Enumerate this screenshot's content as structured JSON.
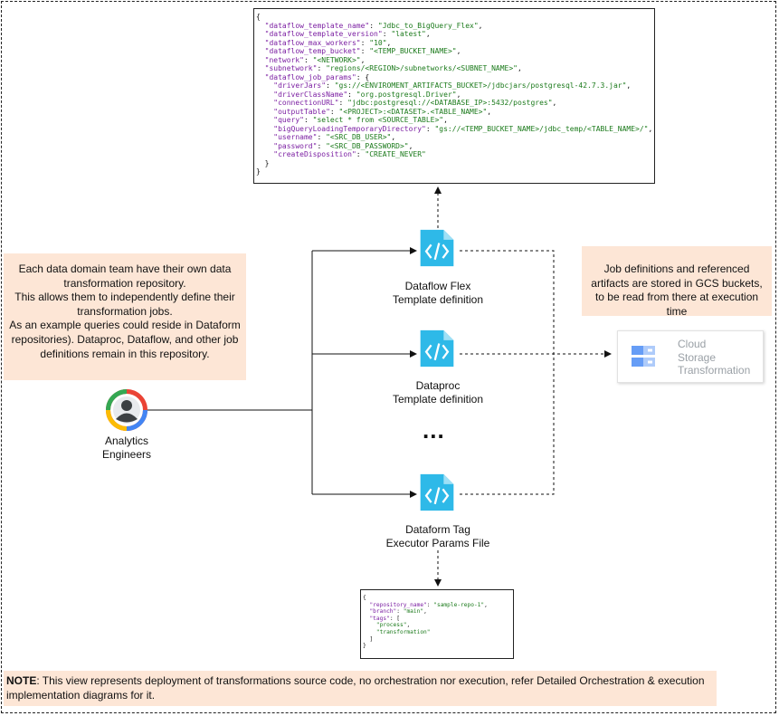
{
  "top_code": {
    "lines": [
      [
        [
          "p",
          "{"
        ]
      ],
      [
        [
          "p",
          "  "
        ],
        [
          "k",
          "\"dataflow_template_name\""
        ],
        [
          "p",
          ": "
        ],
        [
          "s",
          "\"Jdbc_to_BigQuery_Flex\""
        ],
        [
          "p",
          ","
        ]
      ],
      [
        [
          "p",
          "  "
        ],
        [
          "k",
          "\"dataflow_template_version\""
        ],
        [
          "p",
          ": "
        ],
        [
          "s",
          "\"latest\""
        ],
        [
          "p",
          ","
        ]
      ],
      [
        [
          "p",
          "  "
        ],
        [
          "k",
          "\"dataflow_max_workers\""
        ],
        [
          "p",
          ": "
        ],
        [
          "s",
          "\"10\""
        ],
        [
          "p",
          ","
        ]
      ],
      [
        [
          "p",
          "  "
        ],
        [
          "k",
          "\"dataflow_temp_bucket\""
        ],
        [
          "p",
          ": "
        ],
        [
          "s",
          "\"<TEMP_BUCKET_NAME>\""
        ],
        [
          "p",
          ","
        ]
      ],
      [
        [
          "p",
          "  "
        ],
        [
          "k",
          "\"network\""
        ],
        [
          "p",
          ": "
        ],
        [
          "s",
          "\"<NETWORK>\""
        ],
        [
          "p",
          ","
        ]
      ],
      [
        [
          "p",
          "  "
        ],
        [
          "k",
          "\"subnetwork\""
        ],
        [
          "p",
          ": "
        ],
        [
          "s",
          "\"regions/<REGION>/subnetworks/<SUBNET_NAME>\""
        ],
        [
          "p",
          ","
        ]
      ],
      [
        [
          "p",
          "  "
        ],
        [
          "k",
          "\"dataflow_job_params\""
        ],
        [
          "p",
          ": {"
        ]
      ],
      [
        [
          "p",
          "    "
        ],
        [
          "k",
          "\"driverJars\""
        ],
        [
          "p",
          ": "
        ],
        [
          "s",
          "\"gs://<ENVIROMENT_ARTIFACTS_BUCKET>/jdbcjars/postgresql-42.7.3.jar\""
        ],
        [
          "p",
          ","
        ]
      ],
      [
        [
          "p",
          "    "
        ],
        [
          "k",
          "\"driverClassName\""
        ],
        [
          "p",
          ": "
        ],
        [
          "s",
          "\"org.postgresql.Driver\""
        ],
        [
          "p",
          ","
        ]
      ],
      [
        [
          "p",
          "    "
        ],
        [
          "k",
          "\"connectionURL\""
        ],
        [
          "p",
          ": "
        ],
        [
          "s",
          "\"jdbc:postgresql://<DATABASE_IP>:5432/postgres\""
        ],
        [
          "p",
          ","
        ]
      ],
      [
        [
          "p",
          "    "
        ],
        [
          "k",
          "\"outputTable\""
        ],
        [
          "p",
          ": "
        ],
        [
          "s",
          "\"<PROJECT>:<DATASET>.<TABLE_NAME>\""
        ],
        [
          "p",
          ","
        ]
      ],
      [
        [
          "p",
          "    "
        ],
        [
          "k",
          "\"query\""
        ],
        [
          "p",
          ": "
        ],
        [
          "s",
          "\"select * from <SOURCE_TABLE>\""
        ],
        [
          "p",
          ","
        ]
      ],
      [
        [
          "p",
          "    "
        ],
        [
          "k",
          "\"bigQueryLoadingTemporaryDirectory\""
        ],
        [
          "p",
          ": "
        ],
        [
          "s",
          "\"gs://<TEMP_BUCKET_NAME>/jdbc_temp/<TABLE_NAME>/\""
        ],
        [
          "p",
          ","
        ]
      ],
      [
        [
          "p",
          "    "
        ],
        [
          "k",
          "\"username\""
        ],
        [
          "p",
          ": "
        ],
        [
          "s",
          "\"<SRC_DB_USER>\""
        ],
        [
          "p",
          ","
        ]
      ],
      [
        [
          "p",
          "    "
        ],
        [
          "k",
          "\"password\""
        ],
        [
          "p",
          ": "
        ],
        [
          "s",
          "\"<SRC_DB_PASSWORD>\""
        ],
        [
          "p",
          ","
        ]
      ],
      [
        [
          "p",
          "    "
        ],
        [
          "k",
          "\"createDisposition\""
        ],
        [
          "p",
          ": "
        ],
        [
          "s",
          "\"CREATE_NEVER\""
        ]
      ],
      [
        [
          "p",
          "  }"
        ]
      ],
      [
        [
          "p",
          "}"
        ]
      ]
    ]
  },
  "bottom_code": {
    "lines": [
      [
        [
          "p",
          "{"
        ]
      ],
      [
        [
          "p",
          "  "
        ],
        [
          "k",
          "\"repository_name\""
        ],
        [
          "p",
          ": "
        ],
        [
          "s",
          "\"sample-repo-1\""
        ],
        [
          "p",
          ","
        ]
      ],
      [
        [
          "p",
          "  "
        ],
        [
          "k",
          "\"branch\""
        ],
        [
          "p",
          ": "
        ],
        [
          "s",
          "\"main\""
        ],
        [
          "p",
          ","
        ]
      ],
      [
        [
          "p",
          "  "
        ],
        [
          "k",
          "\"tags\""
        ],
        [
          "p",
          ": ["
        ]
      ],
      [
        [
          "p",
          "    "
        ],
        [
          "s",
          "\"process\""
        ],
        [
          "p",
          ","
        ]
      ],
      [
        [
          "p",
          "    "
        ],
        [
          "s",
          "\"transformation\""
        ]
      ],
      [
        [
          "p",
          "  ]"
        ]
      ],
      [
        [
          "p",
          "}"
        ]
      ]
    ]
  },
  "notes": {
    "left": [
      "Each data domain team have their own data transformation repository.",
      "This allows them to independently define their transformation jobs.",
      "As an example queries could reside in Dataform repositories). Dataproc, Dataflow, and other job definitions remain in this repository."
    ],
    "right": "Job definitions and referenced artifacts are stored in GCS buckets, to be read from there at execution time",
    "bottom_bold": "NOTE",
    "bottom_text": ": This view represents deployment of transformations source code, no orchestration nor execution, refer Detailed Orchestration & execution implementation diagrams for it."
  },
  "nodes": {
    "engineers": [
      "Analytics",
      "Engineers"
    ],
    "dataflow": [
      "Dataflow Flex",
      "Template definition"
    ],
    "dataproc": [
      "Dataproc",
      "Template definition"
    ],
    "ellipsis": "...",
    "dataform": [
      "Dataform Tag",
      "Executor Params File"
    ],
    "gcs": [
      "Cloud",
      "Storage",
      "Transformation"
    ]
  },
  "colors": {
    "note_bg": "#fde6d6",
    "icon_blue": "#2eb9e8",
    "json_key": "#7b1fa2",
    "json_string": "#1b7a1b",
    "gcs_text": "#9aa0a6"
  }
}
